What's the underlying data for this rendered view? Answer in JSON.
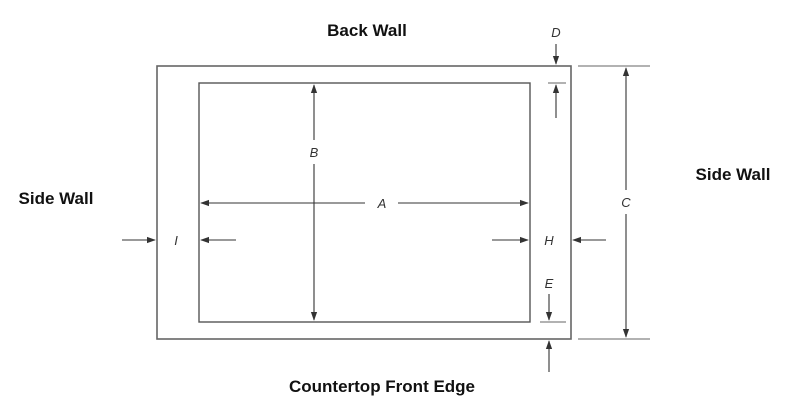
{
  "labels": {
    "back_wall": "Back Wall",
    "side_wall_left": "Side Wall",
    "side_wall_right": "Side Wall",
    "front_edge": "Countertop Front Edge"
  },
  "dimensions": {
    "a": "A",
    "b": "B",
    "c": "C",
    "d": "D",
    "e": "E",
    "h": "H",
    "i": "I"
  },
  "colors": {
    "line": "#333333",
    "text": "#111111"
  }
}
